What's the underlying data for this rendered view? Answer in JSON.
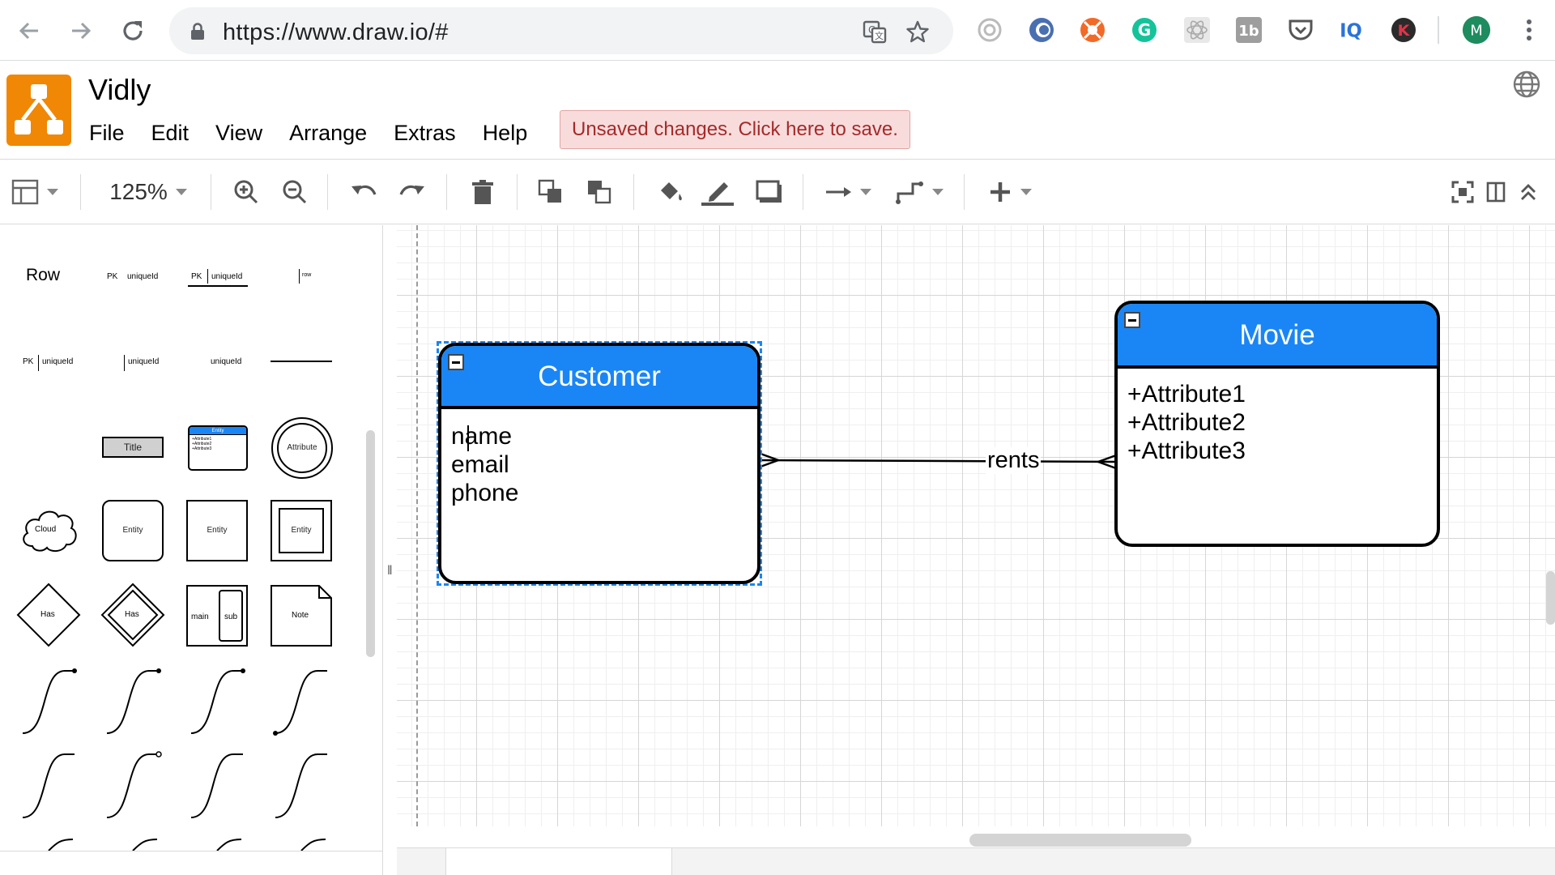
{
  "browser": {
    "url": "https://www.draw.io/#",
    "profile_initial": "M",
    "extensions": [
      "round-icon",
      "blue-circle-icon",
      "lifebuoy-icon",
      "grammarly-icon",
      "react-icon",
      "1b-icon",
      "pocket-icon",
      "iq-icon",
      "k-icon"
    ],
    "iq_label": "IQ",
    "k_label": "K",
    "onebee_label": "1b",
    "g_label": "G"
  },
  "app": {
    "title": "Vidly",
    "menu": [
      "File",
      "Edit",
      "View",
      "Arrange",
      "Extras",
      "Help"
    ],
    "unsaved_notice": "Unsaved changes. Click here to save.",
    "brand_color": "#f08705"
  },
  "toolbar": {
    "zoom": "125%"
  },
  "sidebar": {
    "row_label": "Row",
    "pk": "PK",
    "uniqueid": "uniqueId",
    "row_small": "row",
    "title_shape": "Title",
    "entity_mini_head": "Entity",
    "entity_mini_attrs": [
      "+Attribute1",
      "+Attribute2",
      "+Attribute3"
    ],
    "attribute_shape": "Attribute",
    "cloud_shape": "Cloud",
    "entity_shape": "Entity",
    "has_shape": "Has",
    "main_label": "main",
    "sub_label": "sub",
    "note_shape": "Note"
  },
  "diagram": {
    "header_color": "#1a86f5",
    "entities": [
      {
        "name": "Customer",
        "attributes": [
          "name",
          "email",
          "phone"
        ]
      },
      {
        "name": "Movie",
        "attributes": [
          "+Attribute1",
          "+Attribute2",
          "+Attribute3"
        ]
      }
    ],
    "relation_label": "rents"
  }
}
